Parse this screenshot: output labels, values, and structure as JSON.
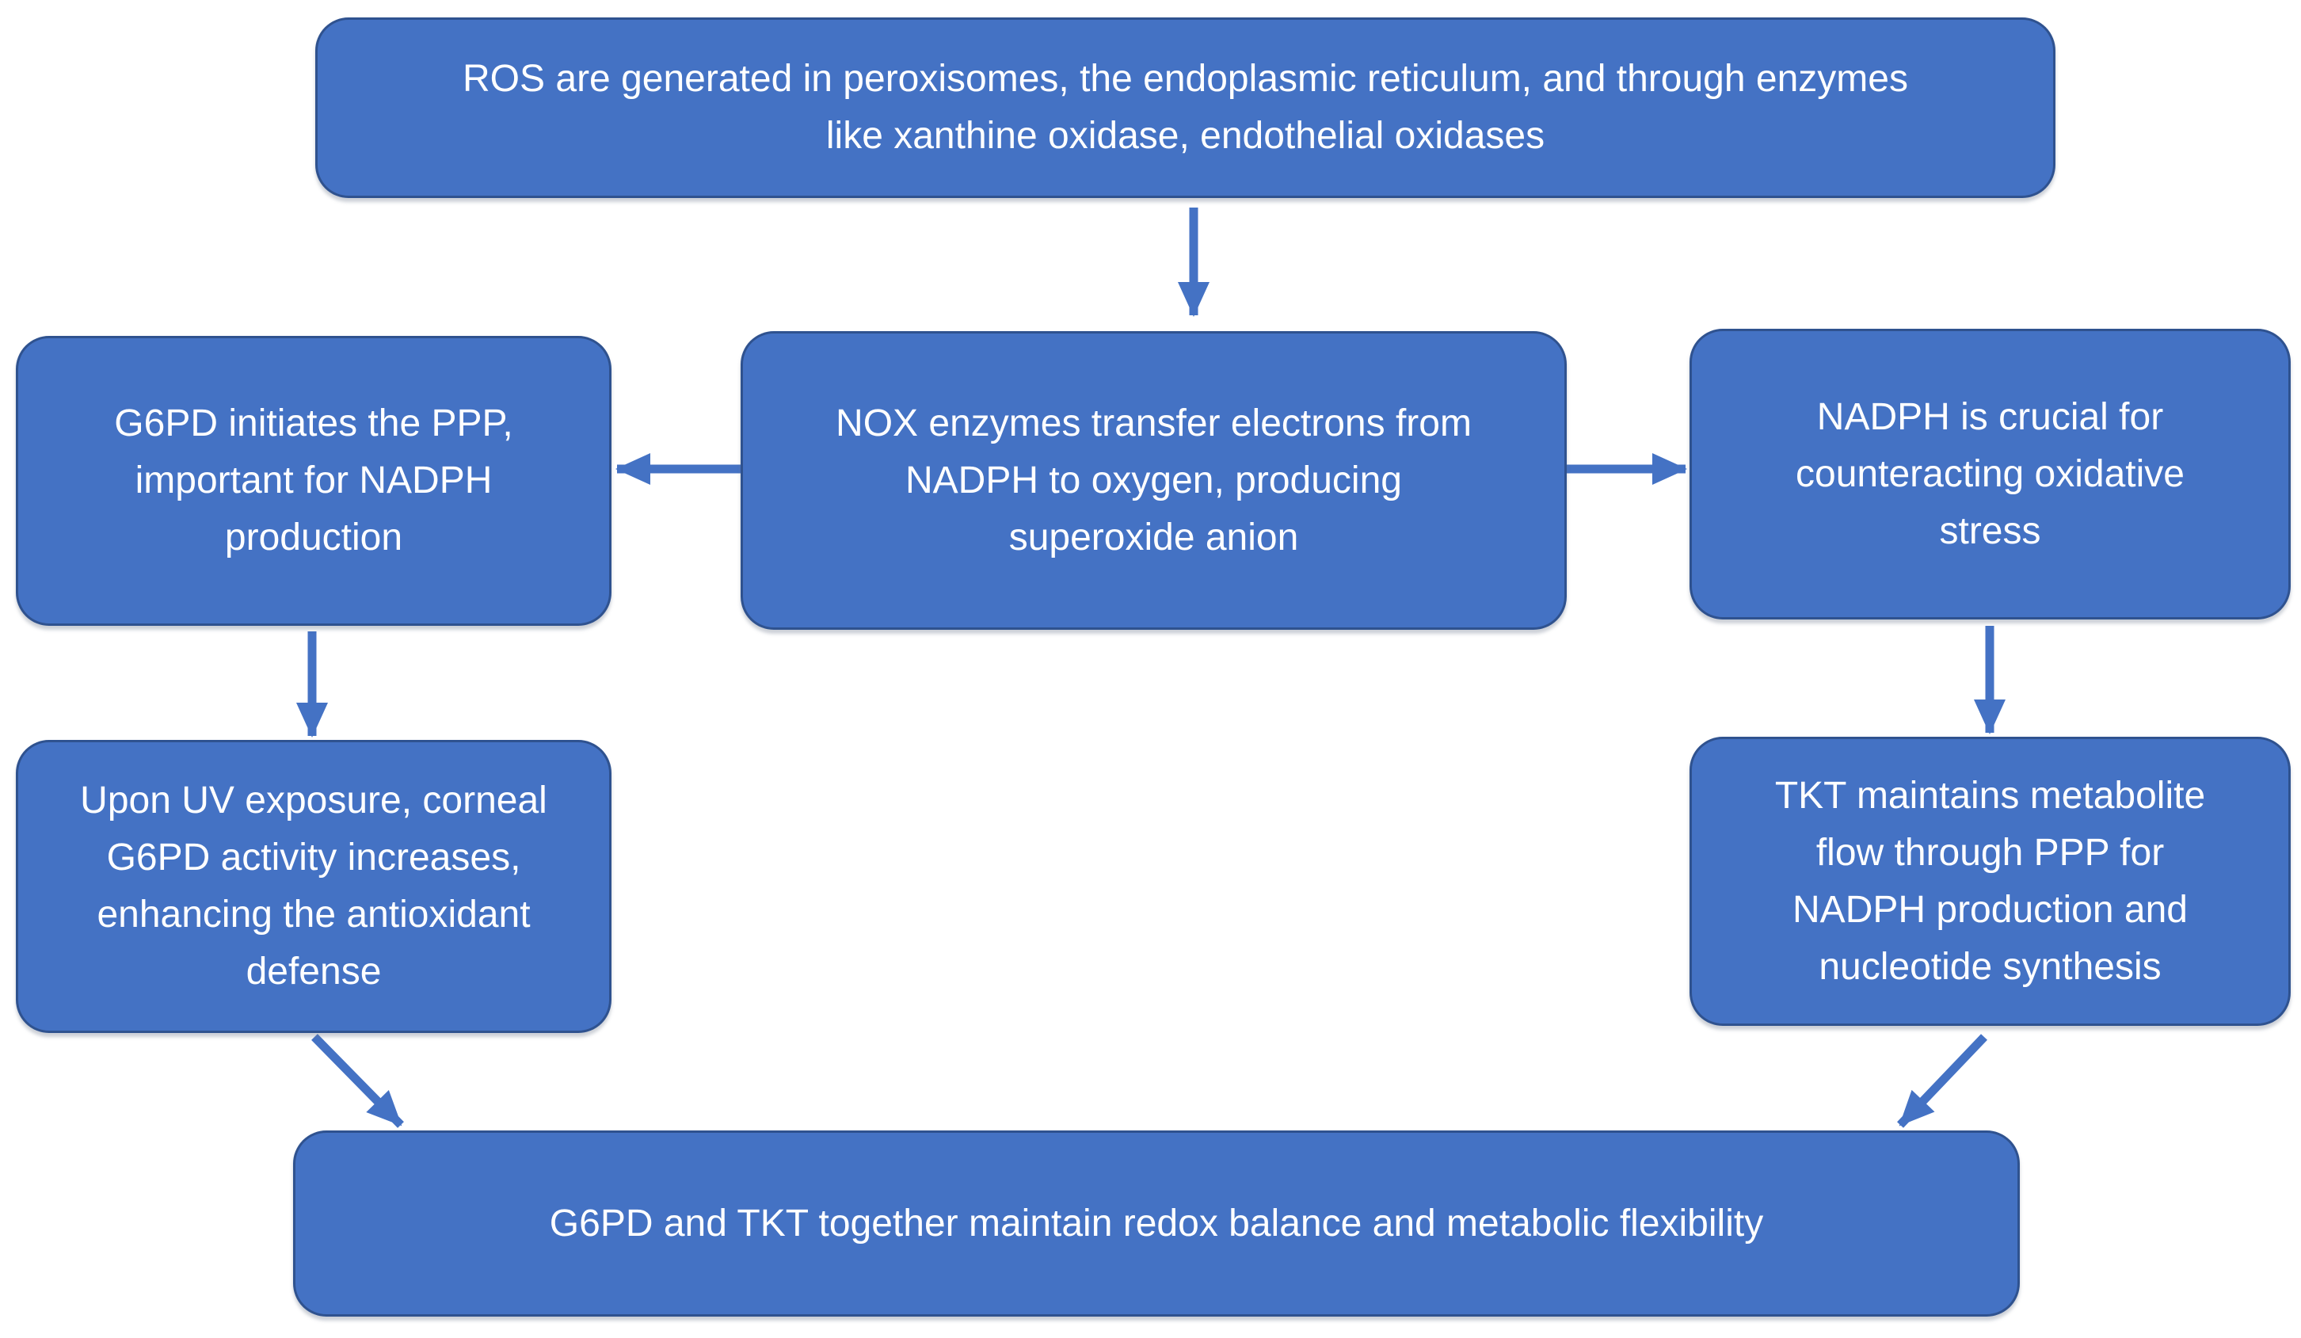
{
  "diagram": {
    "type": "flowchart",
    "background_color": "#ffffff",
    "node_fill_color": "#4472C4",
    "node_border_color": "#2F528F",
    "arrow_color": "#4472C4",
    "text_color": "#ffffff",
    "nodes": {
      "ros": {
        "text": "ROS are generated in peroxisomes, the endoplasmic reticulum, and through enzymes\nlike xanthine oxidase, endothelial oxidases"
      },
      "nox": {
        "text": "NOX enzymes transfer electrons from\nNADPH to oxygen, producing\nsuperoxide anion"
      },
      "g6pd": {
        "text": "G6PD initiates the PPP,\nimportant for NADPH\nproduction"
      },
      "nadph": {
        "text": "NADPH is crucial for\ncounteracting oxidative\nstress"
      },
      "uv": {
        "text": "Upon UV exposure, corneal\nG6PD activity increases,\nenhancing the antioxidant\ndefense"
      },
      "tkt": {
        "text": "TKT maintains metabolite\nflow through PPP for\nNADPH production and\nnucleotide synthesis"
      },
      "summary": {
        "text": "G6PD and TKT together maintain redox balance and metabolic flexibility"
      }
    },
    "edges": [
      {
        "from": "ros",
        "to": "nox"
      },
      {
        "from": "nox",
        "to": "g6pd"
      },
      {
        "from": "nox",
        "to": "nadph"
      },
      {
        "from": "g6pd",
        "to": "uv"
      },
      {
        "from": "nadph",
        "to": "tkt"
      },
      {
        "from": "uv",
        "to": "summary"
      },
      {
        "from": "tkt",
        "to": "summary"
      }
    ]
  }
}
